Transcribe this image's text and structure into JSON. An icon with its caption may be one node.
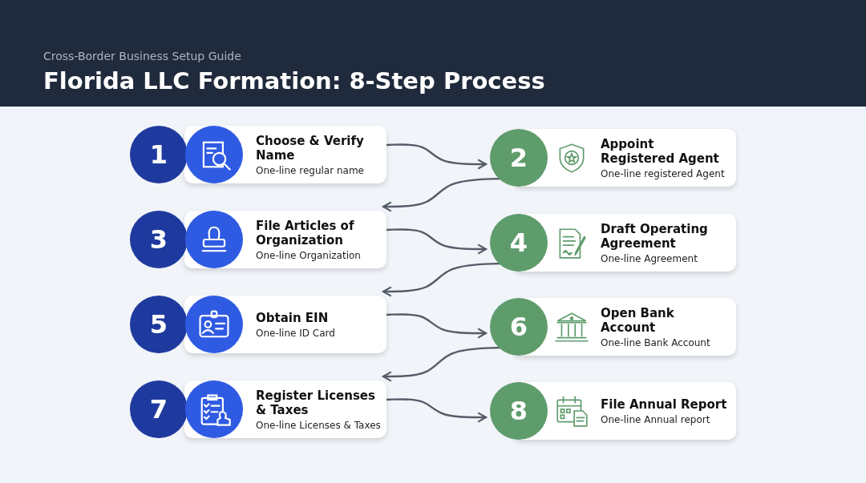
{
  "diagram": {
    "title": "Florida LLC Formation: 8-Step Process",
    "labels": [
      "Cross-Border Business Setup Guide"
    ],
    "nodes": [
      {
        "text": [
          "1",
          "Choose & Verify Name",
          "One-line regular name"
        ]
      },
      {
        "text": [
          "2",
          "Appoint Registered Agent",
          "One-line registered Agent"
        ]
      },
      {
        "text": [
          "3",
          "File Articles of Organization",
          "One-line Organization"
        ]
      },
      {
        "text": [
          "4",
          "Draft Operating Agreement",
          "One-line Agreement"
        ]
      },
      {
        "text": [
          "5",
          "Obtain EIN",
          "One-line ID Card"
        ]
      },
      {
        "text": [
          "6",
          "Open Bank Account",
          "One-line Bank Account"
        ]
      },
      {
        "text": [
          "7",
          "Register Licenses & Taxes",
          "One-line Licenses & Taxes"
        ]
      },
      {
        "text": [
          "8",
          "File Annual Report",
          "One-line Annual report"
        ]
      }
    ],
    "edges": [
      {
        "from": 0,
        "to": 1,
        "arrow": "to"
      },
      {
        "from": 1,
        "to": 2,
        "arrow": "to"
      },
      {
        "from": 2,
        "to": 3,
        "arrow": "to"
      },
      {
        "from": 3,
        "to": 4,
        "arrow": "to"
      },
      {
        "from": 4,
        "to": 5,
        "arrow": "to"
      },
      {
        "from": 5,
        "to": 6,
        "arrow": "to"
      },
      {
        "from": 6,
        "to": 7,
        "arrow": "to"
      }
    ]
  }
}
